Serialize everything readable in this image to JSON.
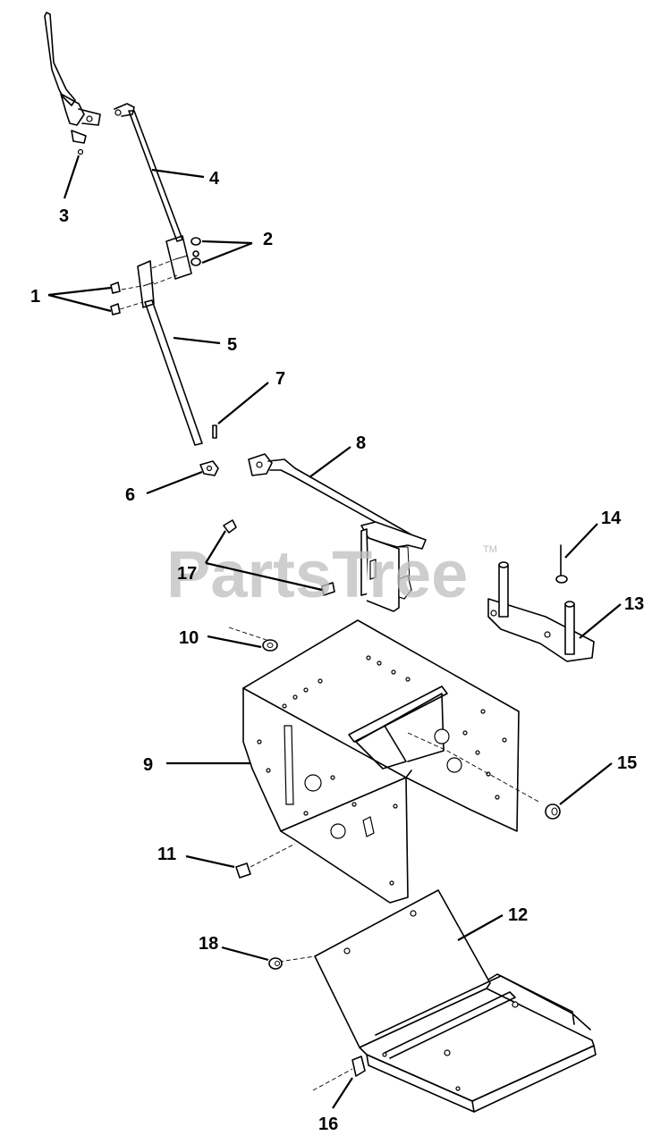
{
  "watermark": {
    "text": "PartsTree",
    "trademark": "TM"
  },
  "callouts": [
    "1",
    "2",
    "3",
    "4",
    "5",
    "6",
    "7",
    "8",
    "9",
    "10",
    "11",
    "12",
    "13",
    "14",
    "15",
    "16",
    "17",
    "18"
  ]
}
